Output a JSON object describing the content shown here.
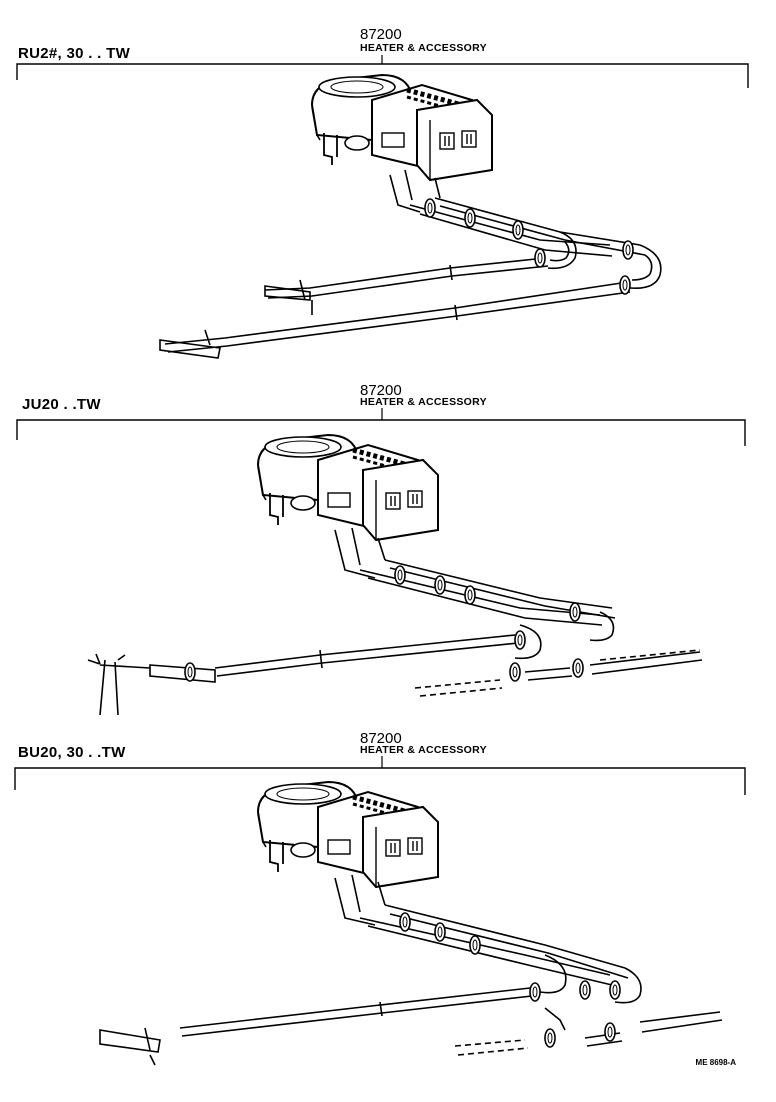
{
  "panels": [
    {
      "model": "RU2#, 30 . . TW",
      "part_number": "87200",
      "part_name": "HEATER & ACCESSORY"
    },
    {
      "model": "JU20 . .TW",
      "part_number": "87200",
      "part_name": "HEATER & ACCESSORY"
    },
    {
      "model": "BU20, 30 . .TW",
      "part_number": "87200",
      "part_name": "HEATER & ACCESSORY"
    }
  ],
  "figure_ref": "ME 8698-A"
}
